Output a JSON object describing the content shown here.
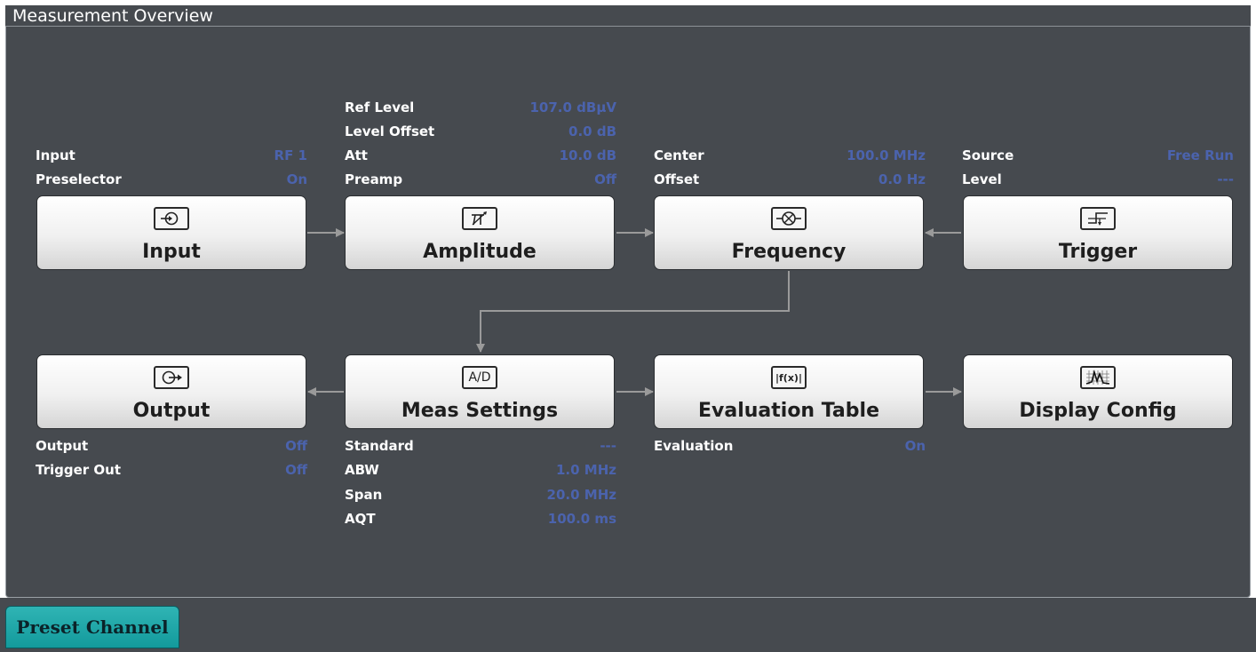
{
  "window": {
    "title": "Measurement Overview"
  },
  "blocks": {
    "input": {
      "label": "Input",
      "icon": "input-arrow-icon"
    },
    "amplitude": {
      "label": "Amplitude",
      "icon": "amplitude-icon"
    },
    "frequency": {
      "label": "Frequency",
      "icon": "frequency-mixer-icon"
    },
    "trigger": {
      "label": "Trigger",
      "icon": "trigger-edge-icon"
    },
    "output": {
      "label": "Output",
      "icon": "output-arrow-icon"
    },
    "meas_settings": {
      "label": "Meas Settings",
      "icon": "a-d-converter-icon",
      "icon_text": "A/D"
    },
    "evaluation_table": {
      "label": "Evaluation Table",
      "icon": "function-icon",
      "icon_text": "|f(x)|"
    },
    "display_config": {
      "label": "Display Config",
      "icon": "display-config-icon"
    }
  },
  "info": {
    "input": [
      {
        "key": "Input",
        "value": "RF 1"
      },
      {
        "key": "Preselector",
        "value": "On"
      }
    ],
    "amplitude": [
      {
        "key": "Ref Level",
        "value": "107.0 dBµV"
      },
      {
        "key": "Level Offset",
        "value": "0.0 dB"
      },
      {
        "key": "Att",
        "value": "10.0 dB"
      },
      {
        "key": "Preamp",
        "value": "Off"
      }
    ],
    "frequency": [
      {
        "key": "Center",
        "value": "100.0 MHz"
      },
      {
        "key": "Offset",
        "value": "0.0 Hz"
      }
    ],
    "trigger": [
      {
        "key": "Source",
        "value": "Free Run"
      },
      {
        "key": "Level",
        "value": "---"
      }
    ],
    "output": [
      {
        "key": "Output",
        "value": "Off"
      },
      {
        "key": "Trigger Out",
        "value": "Off"
      }
    ],
    "meas_settings": [
      {
        "key": "Standard",
        "value": "---"
      },
      {
        "key": "ABW",
        "value": "1.0 MHz"
      },
      {
        "key": "Span",
        "value": "20.0 MHz"
      },
      {
        "key": "AQT",
        "value": "100.0 ms"
      }
    ],
    "evaluation_table": [
      {
        "key": "Evaluation",
        "value": "On"
      }
    ]
  },
  "softkeys": {
    "preset_channel": "Preset Channel"
  },
  "colors": {
    "panel_bg": "#464a4f",
    "value_text": "#4b63ad",
    "softkey": "#1fa6a8",
    "connector": "#9a9a9a"
  }
}
